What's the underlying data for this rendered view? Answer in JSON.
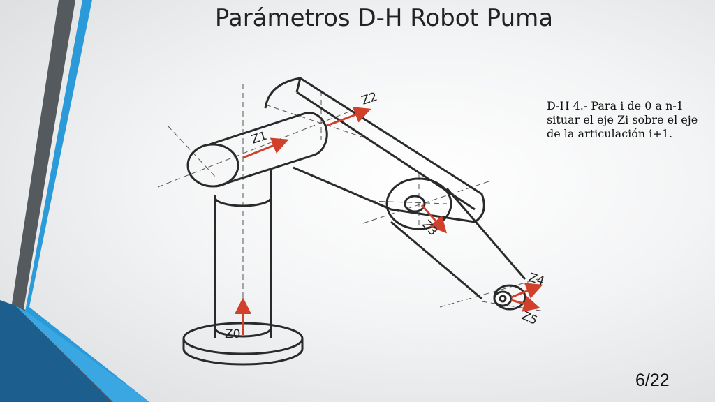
{
  "slide": {
    "title": "Parámetros D-H Robot Puma",
    "dh_step": "D-H 4.- Para i de 0 a n-1 situar el eje Zi sobre el eje de la articulación i+1.",
    "page_number": "6/22"
  },
  "diagram": {
    "axis_labels": {
      "z0": "Z0",
      "z1": "Z1",
      "z2": "Z2",
      "z3": "Z3",
      "z4": "Z4",
      "z5": "Z5"
    },
    "colors": {
      "axis_arrow": "#d0402a",
      "outline": "#2a2a2a",
      "construction_line": "#555555"
    }
  },
  "theme": {
    "stripe_dark": "#555a5e",
    "stripe_blue": "#2a9ad8",
    "stripe_navy": "#1c5f8e"
  }
}
